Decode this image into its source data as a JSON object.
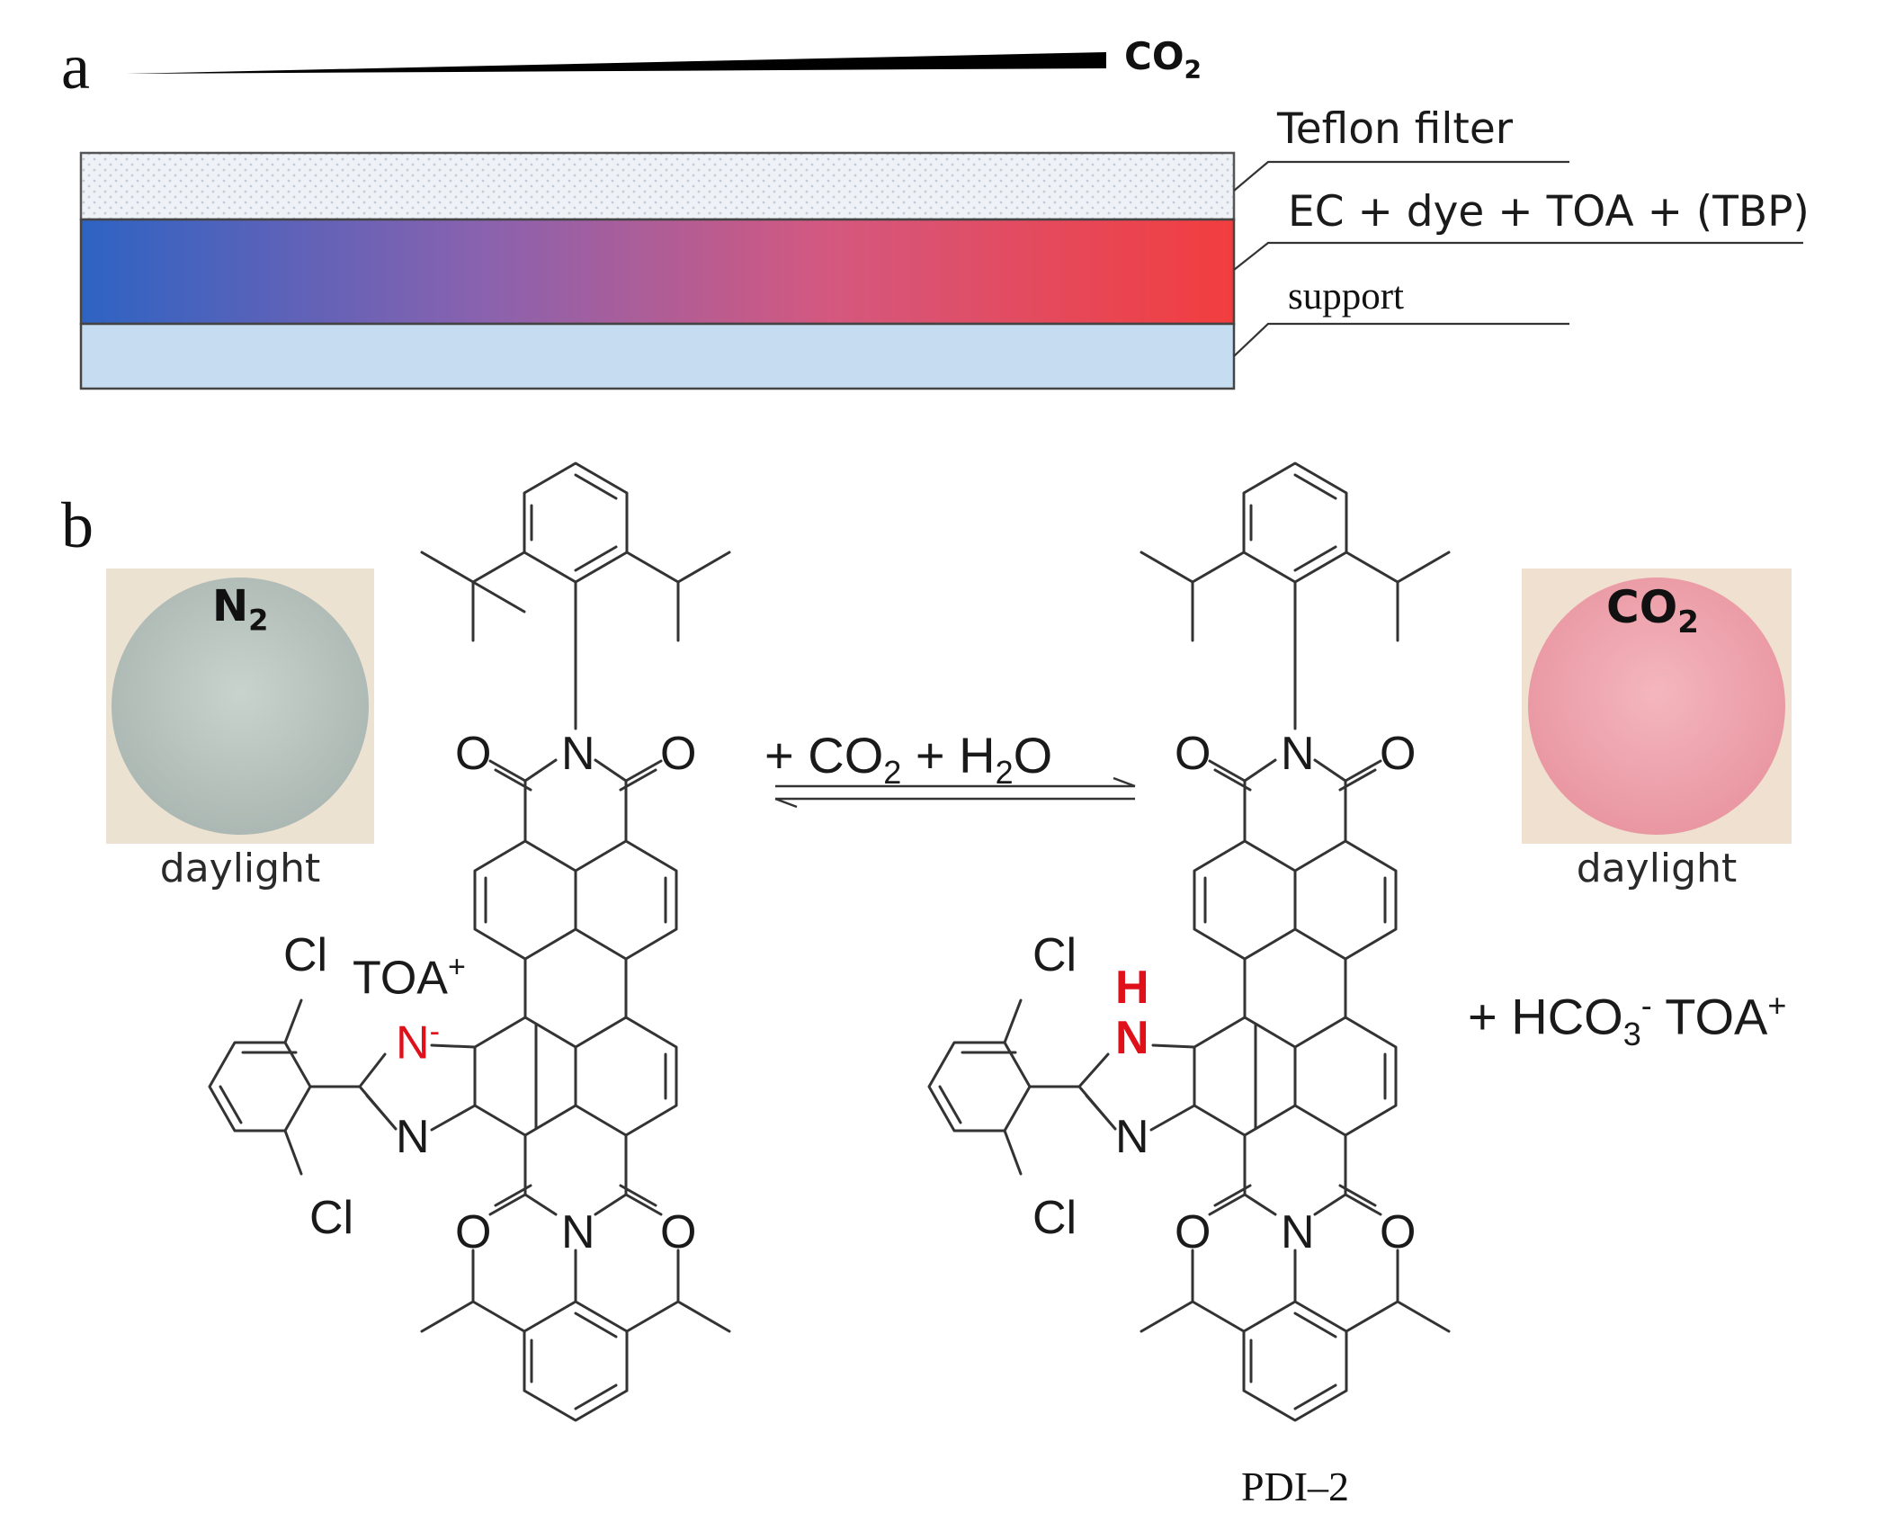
{
  "panel_a": {
    "label": "a",
    "gradient_label": "CO",
    "gradient_label_sub": "2",
    "layers": [
      "Teflon filter",
      "EC + dye + TOA + (TBP)",
      "support"
    ],
    "colors": {
      "teflon": "#eef2f7",
      "dye_start": "#2e63c3",
      "dye_end": "#f23d3e",
      "support": "#c5dcf1"
    }
  },
  "panel_b": {
    "label": "b",
    "left_disk": {
      "gas": "N",
      "gas_sub": "2",
      "caption": "daylight",
      "color": "#bfcac4"
    },
    "right_disk": {
      "gas": "CO",
      "gas_sub": "2",
      "caption": "daylight",
      "color": "#f2a9b3"
    },
    "reaction": {
      "p1": "+ CO",
      "s1": "2",
      "p2": " + H",
      "s2": "2",
      "p3": "O"
    },
    "left_atoms": {
      "O": "O",
      "N": "N",
      "Cl": "Cl",
      "toa": "TOA",
      "toa_sup": "+",
      "n_anion": "N",
      "n_anion_sup": "-"
    },
    "right_atoms": {
      "O": "O",
      "N": "N",
      "Cl": "Cl",
      "h": "H",
      "nh": "N"
    },
    "byproduct": {
      "p1": "+ HCO",
      "sub": "3",
      "sup": "-",
      "p2": " TOA",
      "sup2": "+"
    },
    "compound_label": "PDI–2"
  }
}
